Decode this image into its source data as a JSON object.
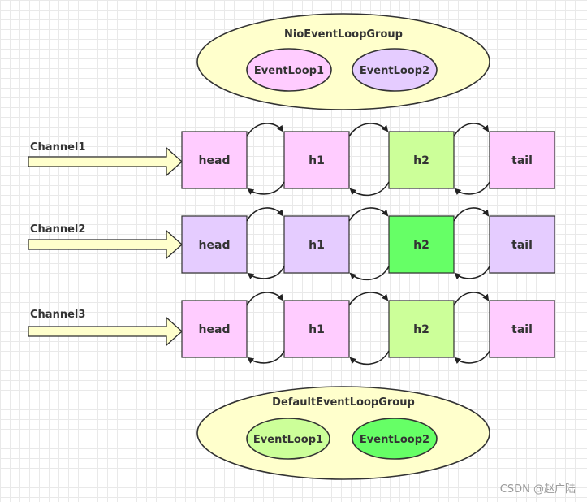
{
  "colors": {
    "pink": "#ffccff",
    "lavender": "#e5ccff",
    "light_green": "#ccff99",
    "bright_green": "#66ff66",
    "group_fill": "#ffffcc",
    "arrow_fill": "#ffffcc"
  },
  "nio_group": {
    "title": "NioEventLoopGroup",
    "loops": [
      {
        "label": "EventLoop1",
        "color": "#ffccff"
      },
      {
        "label": "EventLoop2",
        "color": "#e5ccff"
      }
    ]
  },
  "default_group": {
    "title": "DefaultEventLoopGroup",
    "loops": [
      {
        "label": "EventLoop1",
        "color": "#ccff99"
      },
      {
        "label": "EventLoop2",
        "color": "#66ff66"
      }
    ]
  },
  "channels": [
    {
      "label": "Channel1",
      "handlers": [
        {
          "label": "head",
          "color": "#ffccff"
        },
        {
          "label": "h1",
          "color": "#ffccff"
        },
        {
          "label": "h2",
          "color": "#ccff99"
        },
        {
          "label": "tail",
          "color": "#ffccff"
        }
      ]
    },
    {
      "label": "Channel2",
      "handlers": [
        {
          "label": "head",
          "color": "#e5ccff"
        },
        {
          "label": "h1",
          "color": "#e5ccff"
        },
        {
          "label": "h2",
          "color": "#66ff66"
        },
        {
          "label": "tail",
          "color": "#e5ccff"
        }
      ]
    },
    {
      "label": "Channel3",
      "handlers": [
        {
          "label": "head",
          "color": "#ffccff"
        },
        {
          "label": "h1",
          "color": "#ffccff"
        },
        {
          "label": "h2",
          "color": "#ccff99"
        },
        {
          "label": "tail",
          "color": "#ffccff"
        }
      ]
    }
  ],
  "watermark": "CSDN @赵广陆"
}
